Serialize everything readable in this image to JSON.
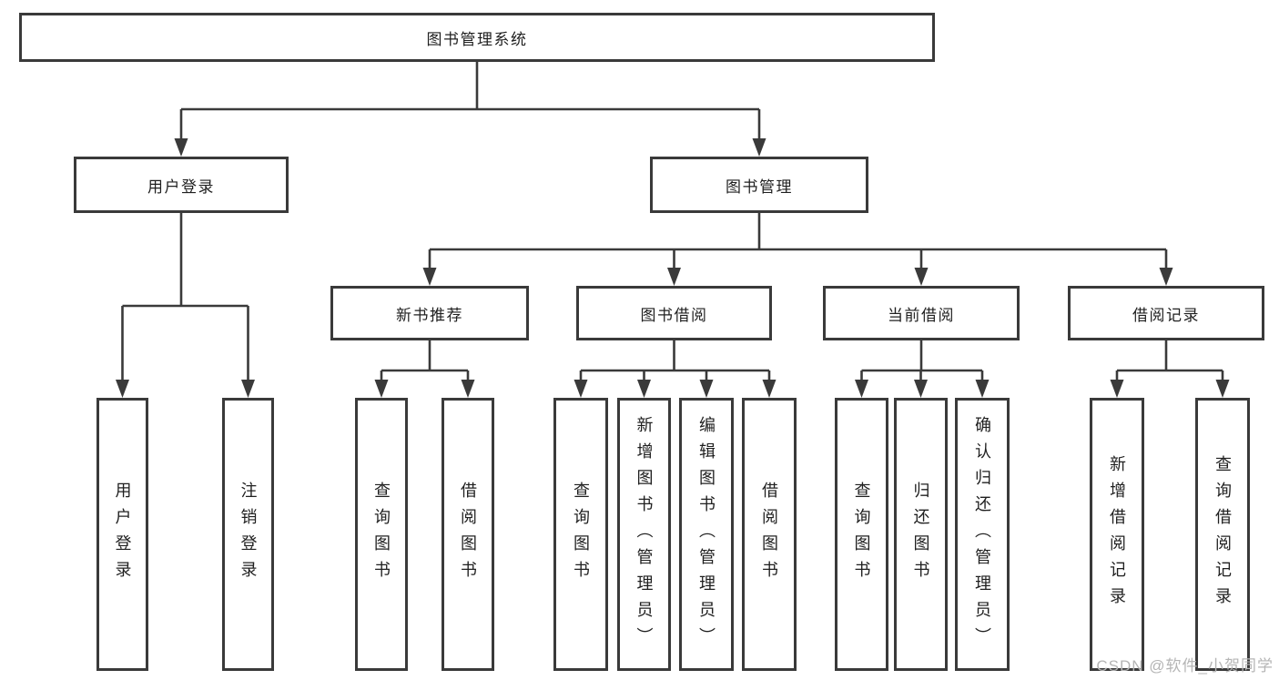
{
  "tree": {
    "root": "图书管理系统",
    "children": [
      {
        "label": "用户登录",
        "children": [
          {
            "label": "用户登录"
          },
          {
            "label": "注销登录"
          }
        ]
      },
      {
        "label": "图书管理",
        "children": [
          {
            "label": "新书推荐",
            "children": [
              {
                "label": "查询图书"
              },
              {
                "label": "借阅图书"
              }
            ]
          },
          {
            "label": "图书借阅",
            "children": [
              {
                "label": "查询图书"
              },
              {
                "label": "新增图书（管理员）"
              },
              {
                "label": "编辑图书（管理员）"
              },
              {
                "label": "借阅图书"
              }
            ]
          },
          {
            "label": "当前借阅",
            "children": [
              {
                "label": "查询图书"
              },
              {
                "label": "归还图书"
              },
              {
                "label": "确认归还（管理员）"
              }
            ]
          },
          {
            "label": "借阅记录",
            "children": [
              {
                "label": "新增借阅记录"
              },
              {
                "label": "查询借阅记录"
              }
            ]
          }
        ]
      }
    ]
  },
  "watermark": {
    "text": "CSDN @软件_小贺同学"
  },
  "colors": {
    "line": "#3a3a3a",
    "text": "#1f1f1f",
    "box_background": "#ffffff",
    "background": "#ffffff",
    "watermark": "#b5b5b5"
  }
}
